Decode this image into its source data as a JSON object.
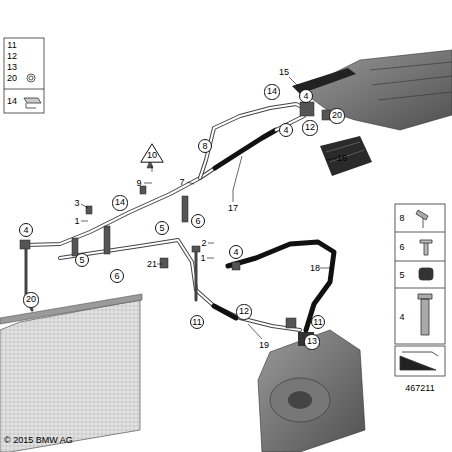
{
  "diagram": {
    "nodes": [
      {
        "text": [
          "14"
        ]
      },
      {
        "text": [
          "4"
        ]
      },
      {
        "text": [
          "20"
        ]
      },
      {
        "text": [
          "4"
        ]
      },
      {
        "text": [
          "12"
        ]
      },
      {
        "text": [
          "8"
        ]
      },
      {
        "text": [
          "10"
        ]
      },
      {
        "text": [
          "14"
        ]
      },
      {
        "text": [
          "6"
        ]
      },
      {
        "text": [
          "5"
        ]
      },
      {
        "text": [
          "4"
        ]
      },
      {
        "text": [
          "5"
        ]
      },
      {
        "text": [
          "4"
        ]
      },
      {
        "text": [
          "6"
        ]
      },
      {
        "text": [
          "20"
        ]
      },
      {
        "text": [
          "12"
        ]
      },
      {
        "text": [
          "11"
        ]
      },
      {
        "text": [
          "11"
        ]
      },
      {
        "text": [
          "13"
        ]
      }
    ],
    "labels": [
      "11",
      "12",
      "13",
      "20",
      "14",
      "15",
      "8",
      "16",
      "9",
      "7",
      "3",
      "1",
      "17",
      "2",
      "6",
      "1",
      "21",
      "5",
      "18",
      "4",
      "19",
      "467211",
      "© 2015 BMW AG"
    ]
  }
}
